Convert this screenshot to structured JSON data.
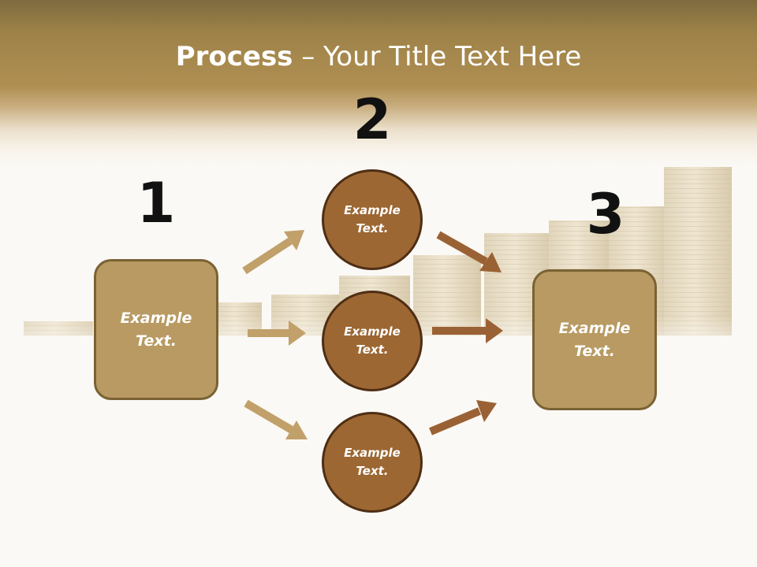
{
  "title": {
    "strong": "Process",
    "rest": " – Your Title Text Here"
  },
  "steps": [
    "1",
    "2",
    "3"
  ],
  "boxes": {
    "start": "Example Text.",
    "end": "Example Text."
  },
  "circles": [
    {
      "label": "Example Text."
    },
    {
      "label": "Example Text."
    },
    {
      "label": "Example Text."
    }
  ],
  "colors": {
    "header_brown": "#9d8248",
    "box_fill": "#b89a62",
    "box_border": "#7a6234",
    "circle_fill": "#9c6733",
    "circle_border": "#4e2e14",
    "arrow_light": "#c1a06a",
    "arrow_dark": "#9a6234"
  },
  "icons": {
    "background": "coin-stacks-image"
  }
}
